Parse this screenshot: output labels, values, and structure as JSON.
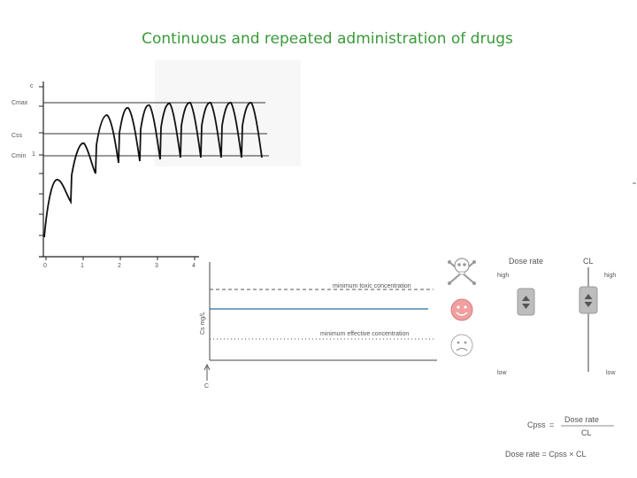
{
  "title": "Continuous and repeated administration of drugs",
  "top_chart": {
    "y_labels": {
      "c": "c",
      "cmax": "Cmax",
      "css": "Css",
      "cmin": "Cmin",
      "one": "1"
    },
    "x_ticks": [
      "0",
      "1",
      "2",
      "3",
      "4"
    ]
  },
  "bottom_chart": {
    "ylabel": "Cs mg/L",
    "arrow_label": "C",
    "toxic_label": "minimum toxic concentration",
    "effective_label": "minimum effective concentration"
  },
  "controls": {
    "dose_rate": {
      "title": "Dose rate",
      "high": "high",
      "low": "low"
    },
    "cl": {
      "title": "CL",
      "high": "high",
      "low": "low"
    }
  },
  "icons": [
    "skull-crossbones-icon",
    "happy-face-icon",
    "sad-face-icon"
  ],
  "colors": {
    "title": "#3a9a3a",
    "steady_line": "#2a6fa0",
    "happy_face": "#f0a0a0"
  },
  "formula": {
    "lhs": "Cpss",
    "equals": "=",
    "numerator": "Dose rate",
    "denominator": "CL",
    "line2": "Dose rate = Cpss × CL"
  }
}
